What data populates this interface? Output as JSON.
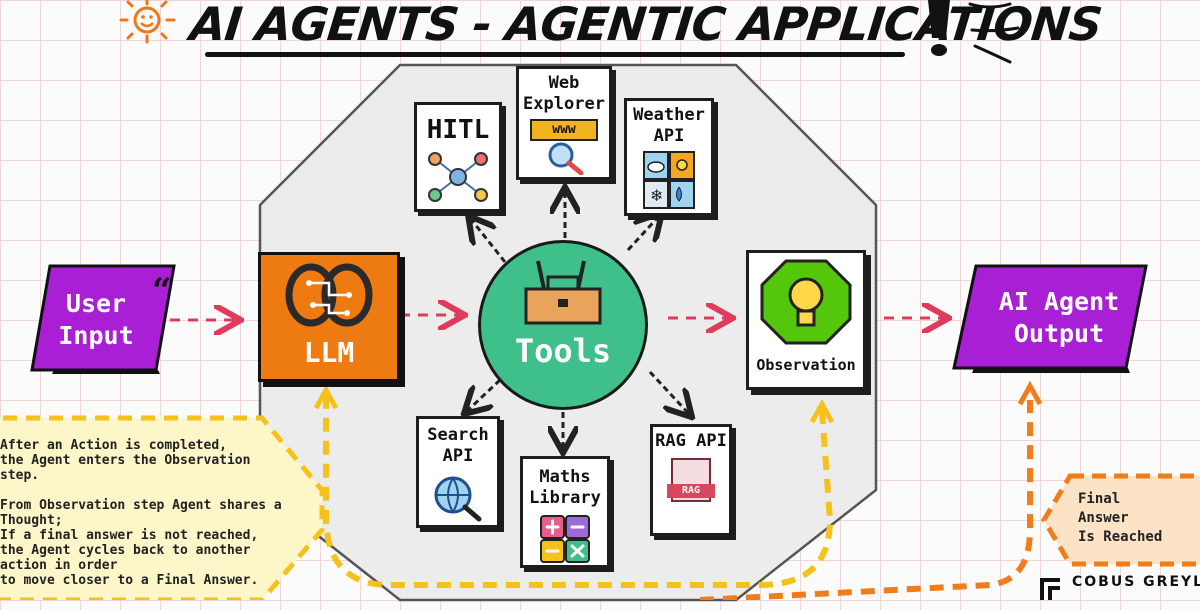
{
  "title": "AI AGENTS - AGENTIC APPLICATIONS",
  "nodes": {
    "user_input": "User Input",
    "llm": "LLM",
    "tools": "Tools",
    "observation": "Observation",
    "output": "AI Agent Output"
  },
  "tools": {
    "hitl": "HITL",
    "web_explorer": "Web Explorer",
    "web_explorer_badge": "www",
    "weather_api": "Weather API",
    "search_api": "Search API",
    "maths_library": "Maths Library",
    "rag_api": "RAG API",
    "rag_badge": "RAG"
  },
  "note": "After an Action is completed,\nthe Agent enters the Observation\nstep.\n\nFrom Observation step Agent shares a\nThought;\nIf a final answer is not reached,\nthe Agent cycles back to another\naction in order\nto move closer to a Final Answer.",
  "final_answer": "Final\nAnswer\nIs Reached",
  "brand": "COBUS GREYLING",
  "colors": {
    "purple": "#a91fd6",
    "orange": "#ee7a12",
    "green": "#3fbf8a",
    "lime": "#55c70a",
    "arrow_pink": "#e03b5a",
    "loop_yellow": "#f5c21b",
    "loop_orange": "#f07d1a"
  }
}
